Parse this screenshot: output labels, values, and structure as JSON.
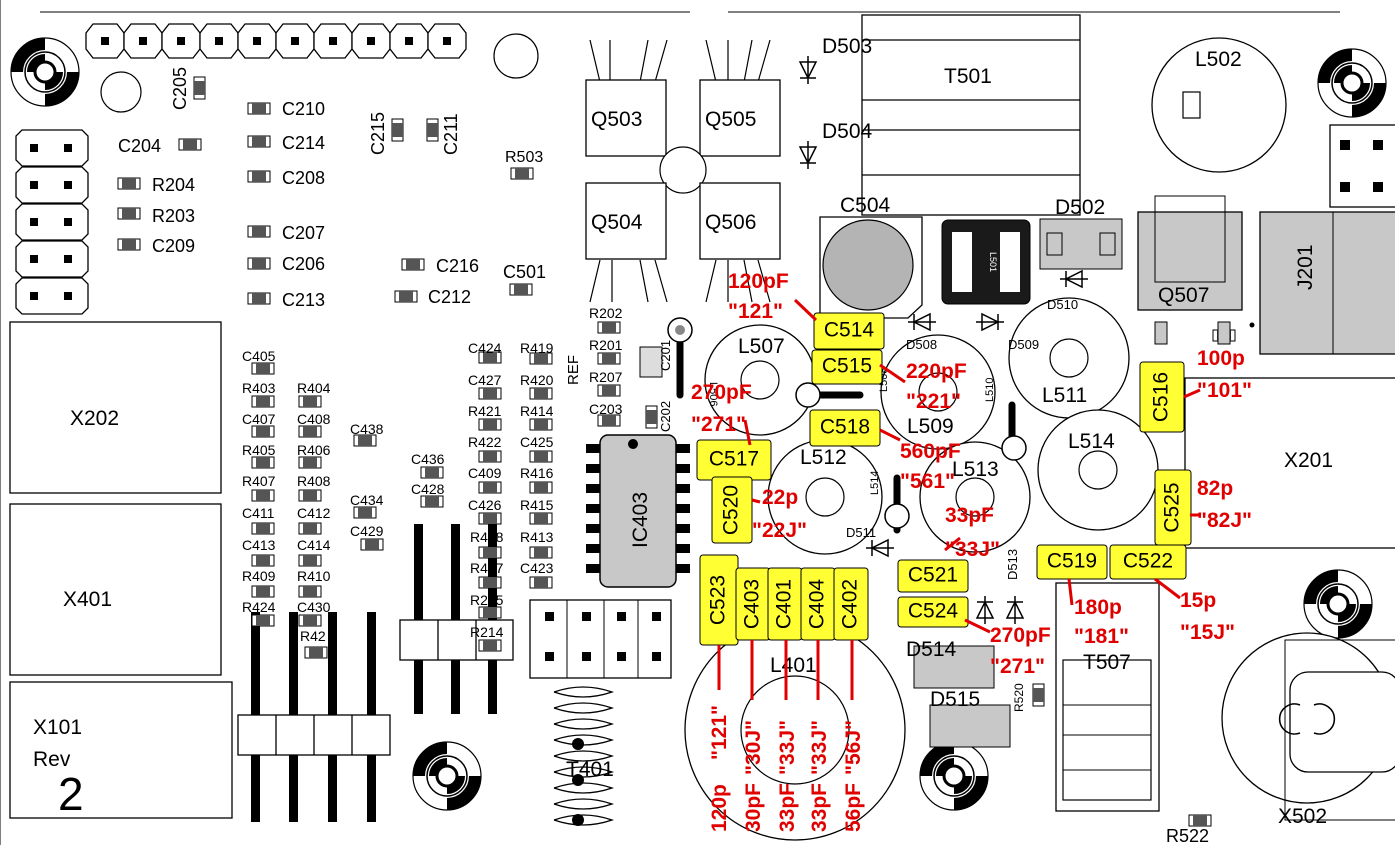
{
  "components": {
    "transformers": [
      "T501",
      "T507",
      "T401"
    ],
    "transistors": [
      "Q503",
      "Q505",
      "Q504",
      "Q506",
      "Q507"
    ],
    "inductors": [
      "L502",
      "L506",
      "L507",
      "L508",
      "L509",
      "L510",
      "L511",
      "L512",
      "L513",
      "L514",
      "L401",
      "L501"
    ],
    "connectors": [
      "X202",
      "X401",
      "X101",
      "X201",
      "X502",
      "J201"
    ],
    "ic": [
      "IC403"
    ],
    "board_rev": "Rev",
    "board_rev_number": "2",
    "ref_label": "REF",
    "diodes": [
      "D503",
      "D504",
      "D502",
      "D510",
      "D508",
      "D509",
      "D511",
      "D513",
      "D514",
      "D515"
    ],
    "resistors": [
      "R503",
      "R204",
      "R203",
      "R202",
      "R201",
      "R207",
      "R403",
      "R404",
      "R405",
      "R406",
      "R407",
      "R408",
      "R409",
      "R410",
      "R424",
      "R419",
      "R420",
      "R421",
      "R414",
      "R422",
      "R416",
      "R415",
      "R413",
      "R418",
      "R417",
      "R215",
      "R214",
      "R42",
      "R520",
      "R522"
    ],
    "capacitors": [
      "C205",
      "C210",
      "C214",
      "C208",
      "C215",
      "C211",
      "C204",
      "C209",
      "C207",
      "C206",
      "C216",
      "C213",
      "C212",
      "C501",
      "C504",
      "C405",
      "C407",
      "C408",
      "C438",
      "C436",
      "C428",
      "C411",
      "C412",
      "C413",
      "C414",
      "C434",
      "C429",
      "C430",
      "C424",
      "C427",
      "C425",
      "C409",
      "C426",
      "C423",
      "C203",
      "C202",
      "C201"
    ]
  },
  "highlighted_parts": {
    "C514": {
      "label": "C514",
      "value": "120pF",
      "code": "\"121\""
    },
    "C515": {
      "label": "C515",
      "value": "220pF",
      "code": "\"221\""
    },
    "C518": {
      "label": "C518",
      "value": "560pF",
      "code": "\"561\""
    },
    "C517": {
      "label": "C517",
      "value": "270pF",
      "code": "\"271\""
    },
    "C520": {
      "label": "C520",
      "value": "22p",
      "code": "\"22J\""
    },
    "C521": {
      "label": "C521",
      "value": "33pF",
      "code": "\"33J\""
    },
    "C524": {
      "label": "C524",
      "value": "270pF",
      "code": "\"271\""
    },
    "C516": {
      "label": "C516",
      "value": "100p",
      "code": "\"101\""
    },
    "C525": {
      "label": "C525",
      "value": "82p",
      "code": "\"82J\""
    },
    "C519": {
      "label": "C519",
      "value": "180p",
      "code": "\"181\""
    },
    "C522": {
      "label": "C522",
      "value": "15p",
      "code": "\"15J\""
    },
    "C523": {
      "label": "C523",
      "value": "120p",
      "code": "\"121\""
    },
    "C403": {
      "label": "C403",
      "value": "30pF",
      "code": "\"30J\""
    },
    "C401": {
      "label": "C401",
      "value": "33pF",
      "code": "\"33J\""
    },
    "C404": {
      "label": "C404",
      "value": "33pF",
      "code": "\"33J\""
    },
    "C402": {
      "label": "C402",
      "value": "56pF",
      "code": "\"56J\""
    }
  },
  "colors": {
    "highlight": "#ffff33",
    "annotation": "#e00000",
    "part_body": "#c8c8c8",
    "outline": "#000000"
  }
}
